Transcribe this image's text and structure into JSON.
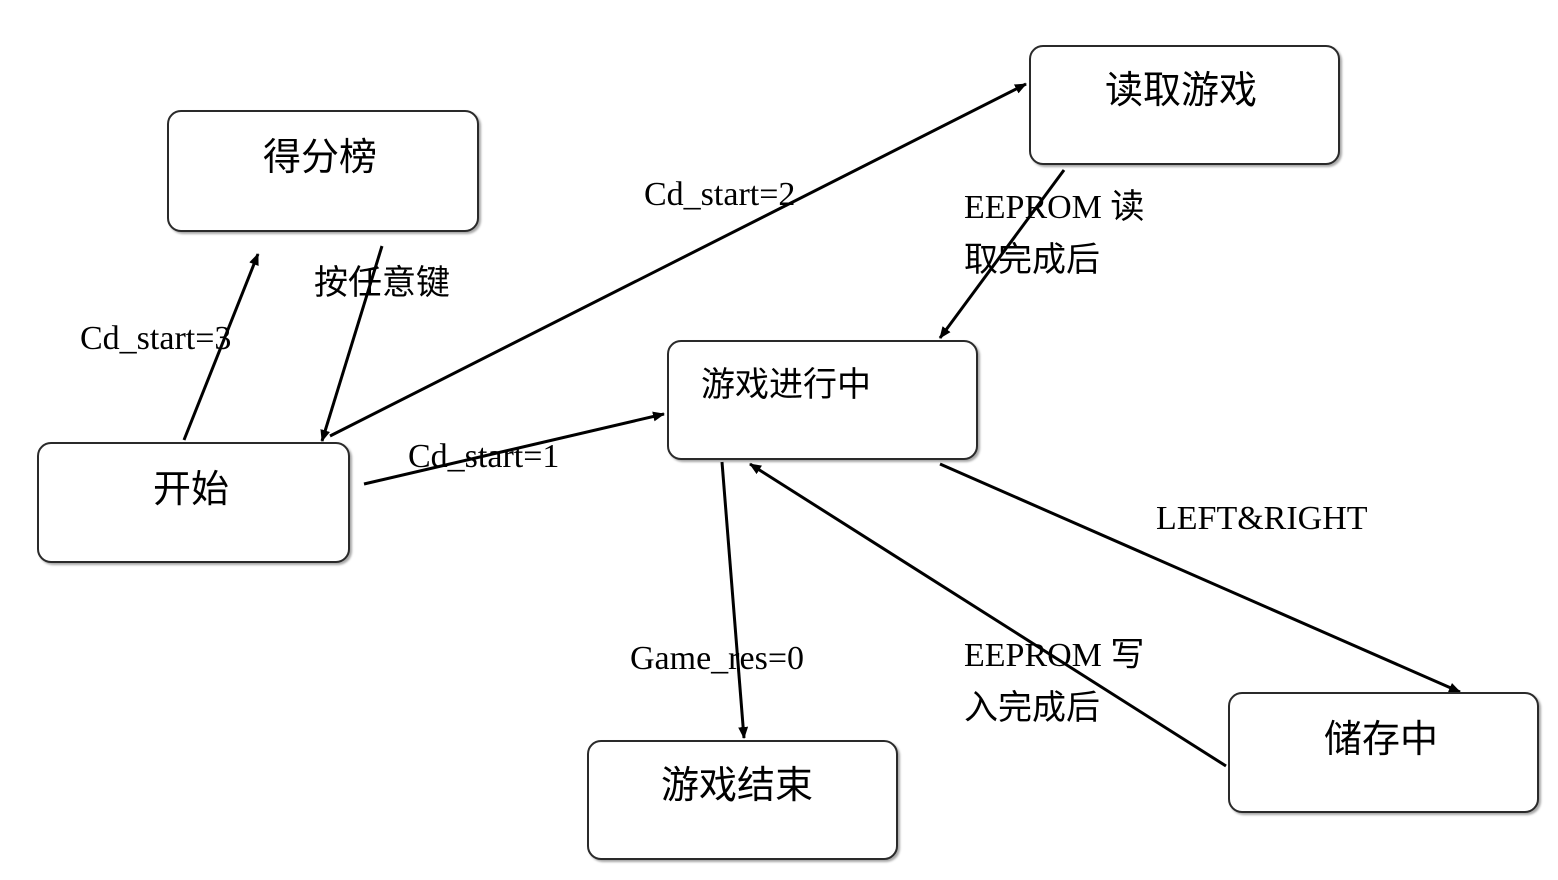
{
  "nodes": {
    "leaderboard": "得分榜",
    "start": "开始",
    "load_game": "读取游戏",
    "in_game": "游戏进行中",
    "game_over": "游戏结束",
    "saving": "储存中"
  },
  "edges": {
    "start_to_leaderboard": "Cd_start=3",
    "leaderboard_to_start": "按任意键",
    "start_to_load": "Cd_start=2",
    "load_to_ingame_line1": "EEPROM  读",
    "load_to_ingame_line2": "取完成后",
    "start_to_ingame": "Cd_start=1",
    "ingame_to_saving": "LEFT&RIGHT",
    "ingame_to_gameover": "Game_res=0",
    "saving_to_ingame_line1": "EEPROM  写",
    "saving_to_ingame_line2": "入完成后"
  },
  "colors": {
    "line": "#000000",
    "border": "#2a2a2a",
    "background": "#ffffff"
  }
}
